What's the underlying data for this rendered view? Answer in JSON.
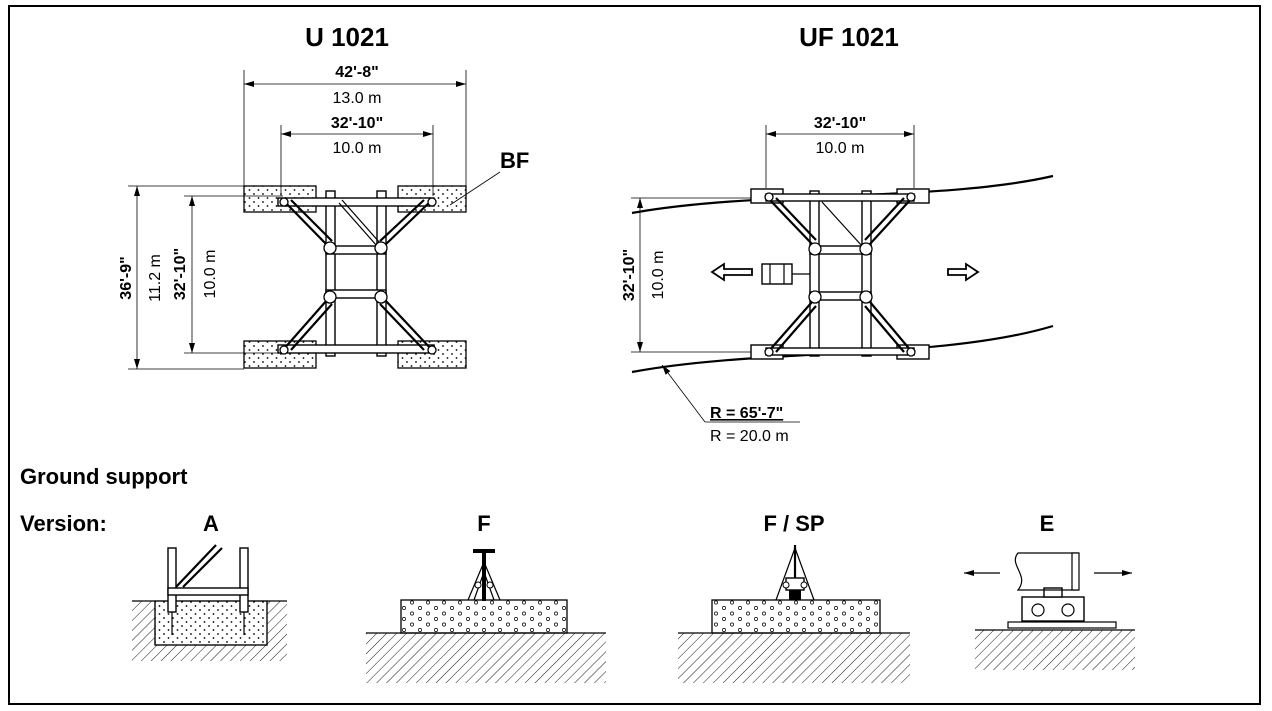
{
  "u1021": {
    "title": "U 1021",
    "dim_outer_width_ft": "42'-8\"",
    "dim_outer_width_m": "13.0 m",
    "dim_inner_width_ft": "32'-10\"",
    "dim_inner_width_m": "10.0 m",
    "dim_outer_height_ft": "36'-9\"",
    "dim_outer_height_m": "11.2 m",
    "dim_inner_height_ft": "32'-10\"",
    "dim_inner_height_m": "10.0 m",
    "bf_label": "BF"
  },
  "uf1021": {
    "title": "UF 1021",
    "dim_width_ft": "32'-10\"",
    "dim_width_m": "10.0 m",
    "dim_height_ft": "32'-10\"",
    "dim_height_m": "10.0 m",
    "radius_ft": "R =  65'-7\"",
    "radius_m": "R = 20.0 m"
  },
  "ground_support": {
    "heading": "Ground support",
    "version_label": "Version:",
    "versions": [
      "A",
      "F",
      "F / SP",
      "E"
    ]
  },
  "colors": {
    "ink": "#000000",
    "background": "#ffffff"
  }
}
